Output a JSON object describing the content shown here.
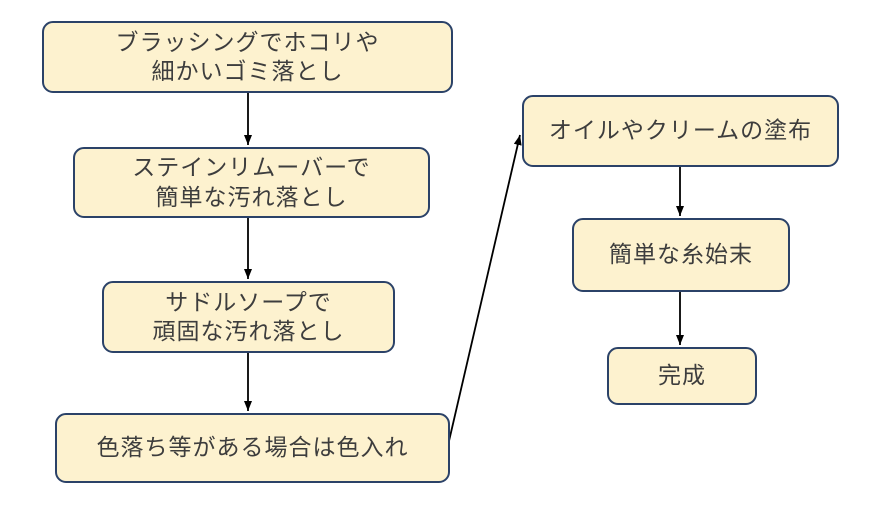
{
  "diagram": {
    "type": "flowchart",
    "topic": "leather care process",
    "colors": {
      "box_fill": "#fdf2cf",
      "box_border": "#2b4268",
      "arrow": "#000000",
      "text": "#3d3d3d",
      "canvas_bg": "#ffffff"
    },
    "boxes": [
      {
        "id": "brushing",
        "lines": [
          "ブラッシングでホコリや",
          "細かいゴミ落とし"
        ]
      },
      {
        "id": "stain-remover",
        "lines": [
          "ステインリムーバーで",
          "簡単な汚れ落とし"
        ]
      },
      {
        "id": "saddle-soap",
        "lines": [
          "サドルソープで",
          "頑固な汚れ落とし"
        ]
      },
      {
        "id": "recolor",
        "lines": [
          "色落ち等がある場合は色入れ"
        ]
      },
      {
        "id": "oil-cream",
        "lines": [
          "オイルやクリームの塗布"
        ]
      },
      {
        "id": "thread-finish",
        "lines": [
          "簡単な糸始末"
        ]
      },
      {
        "id": "complete",
        "lines": [
          "完成"
        ]
      }
    ],
    "edges": [
      {
        "from": "brushing",
        "to": "stain-remover"
      },
      {
        "from": "stain-remover",
        "to": "saddle-soap"
      },
      {
        "from": "saddle-soap",
        "to": "recolor"
      },
      {
        "from": "recolor",
        "to": "oil-cream"
      },
      {
        "from": "oil-cream",
        "to": "thread-finish"
      },
      {
        "from": "thread-finish",
        "to": "complete"
      }
    ]
  }
}
